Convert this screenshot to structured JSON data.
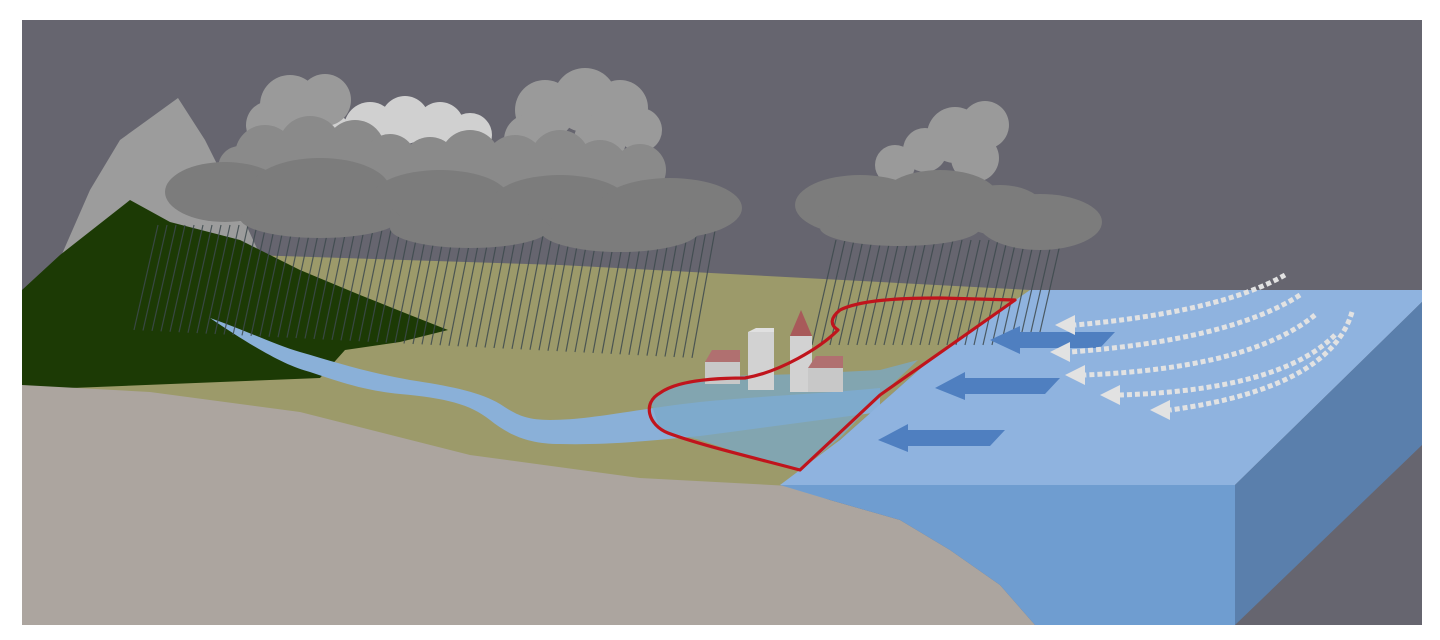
{
  "diagram": {
    "title": "",
    "elements": [
      "sky",
      "mountain-peak",
      "forested-hill",
      "rain-clouds",
      "rainfall",
      "floodplain",
      "river",
      "town-buildings",
      "flood-extent-outline",
      "sea-block",
      "storm-surge-arrows",
      "onshore-wind-arrows"
    ],
    "colors": {
      "sky": "#66656f",
      "mountain": "#9c9c9c",
      "forest": "#1c3a05",
      "plain": "#9c9a6a",
      "ground": "#aca59f",
      "river": "#8ab0d8",
      "sea_top": "#8fb3df",
      "sea_front": "#6f9dd0",
      "sea_side": "#5a7fac",
      "flood_outline": "#c0141c",
      "flood_water": "#7aa8c8",
      "surge_arrow": "#4f7fc0",
      "wind_arrow": "#e2e2e2",
      "cloud_dark": "#7c7c7c",
      "cloud_mid": "#9a9a9a",
      "cloud_light": "#d0d0d0",
      "rain": "#3e4a4e"
    },
    "counts": {
      "surge_arrows": 3,
      "wind_arrows": 5,
      "buildings": 4
    }
  }
}
